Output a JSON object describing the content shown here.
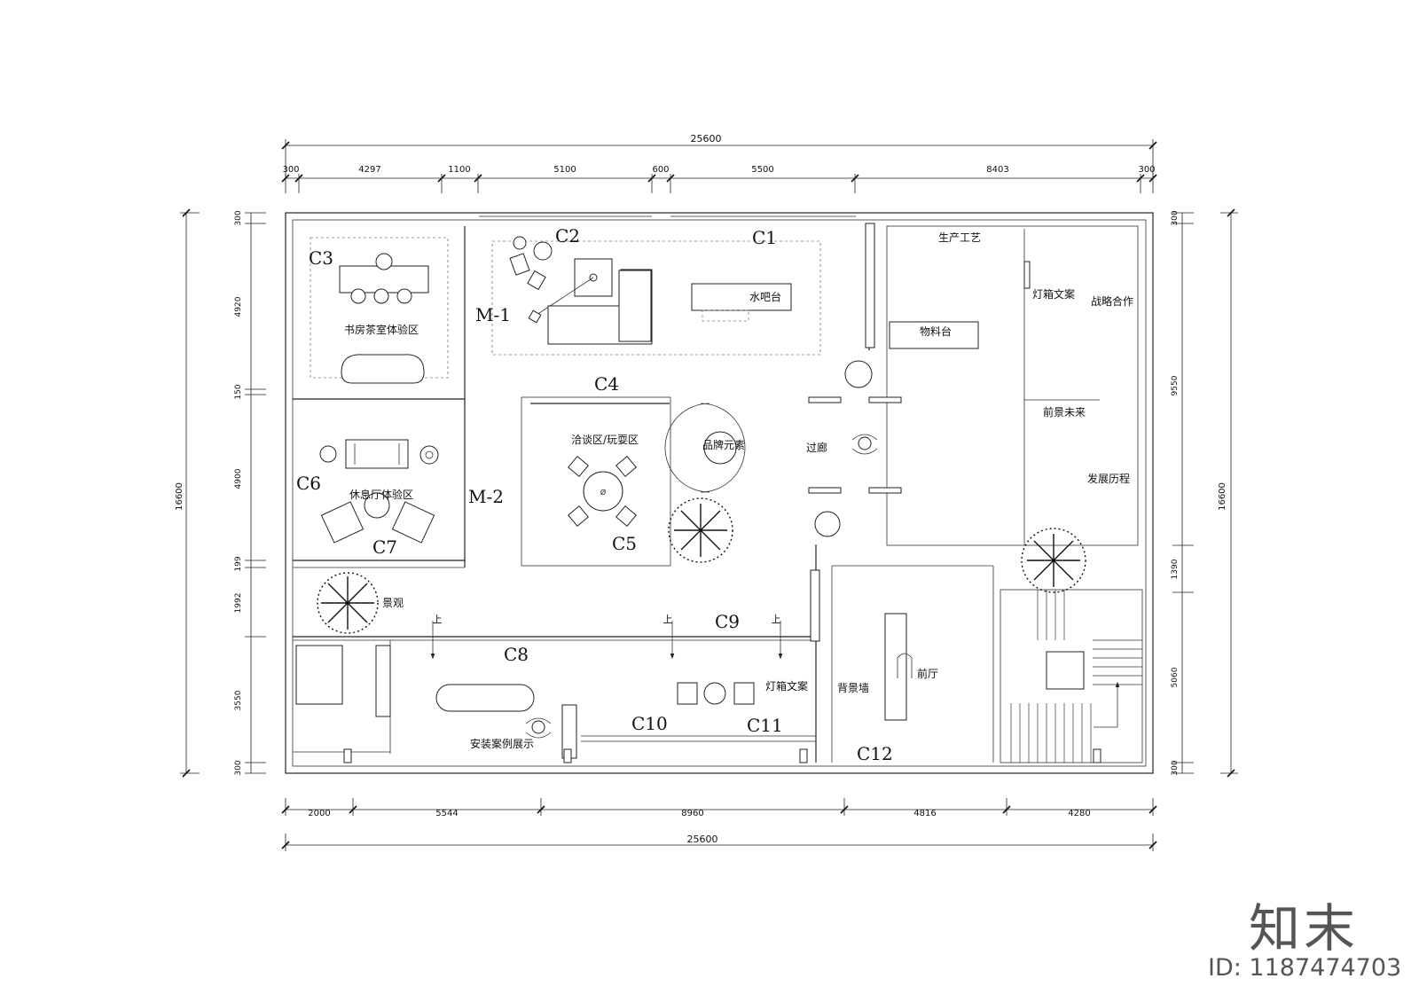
{
  "dimensions": {
    "top_total": "25600",
    "top_segments": [
      "300",
      "4297",
      "1100",
      "5100",
      "600",
      "5500",
      "8403",
      "300"
    ],
    "bottom_segments": [
      "2000",
      "5544",
      "8960",
      "4816",
      "4280"
    ],
    "bottom_total": "25600",
    "left_total": "16600",
    "left_segments": [
      "300",
      "4920",
      "150",
      "4900",
      "199",
      "1992",
      "3550",
      "300"
    ],
    "right_total": "16600",
    "right_segments": [
      "300",
      "9550",
      "1390",
      "5060",
      "300"
    ]
  },
  "codes": {
    "c1": "C1",
    "c2": "C2",
    "c3": "C3",
    "c4": "C4",
    "c5": "C5",
    "c6": "C6",
    "c7": "C7",
    "c8": "C8",
    "c9": "C9",
    "c10": "C10",
    "c11": "C11",
    "c12": "C12",
    "m1": "M-1",
    "m2": "M-2"
  },
  "areas": {
    "study_tea": "书房茶室体验区",
    "lounge": "休息厅体验区",
    "negotiation": "洽谈区/玩耍区",
    "water_bar": "水吧台",
    "production": "生产工艺",
    "material_table": "物料台",
    "lightbox_copy_1": "灯箱文案",
    "strategic": "战略合作",
    "prospects": "前景未来",
    "history": "发展历程",
    "corridor": "过廊",
    "brand_element": "品牌元素",
    "landscape": "景观",
    "case_display": "安装案例展示",
    "lightbox_copy_2": "灯箱文案",
    "background_wall": "背景墙",
    "front_hall": "前厅",
    "up_1": "上",
    "up_2": "上",
    "up_3": "上",
    "table_mark": "Ø"
  },
  "watermark": {
    "brand": "知末",
    "id": "ID: 1187474703"
  }
}
